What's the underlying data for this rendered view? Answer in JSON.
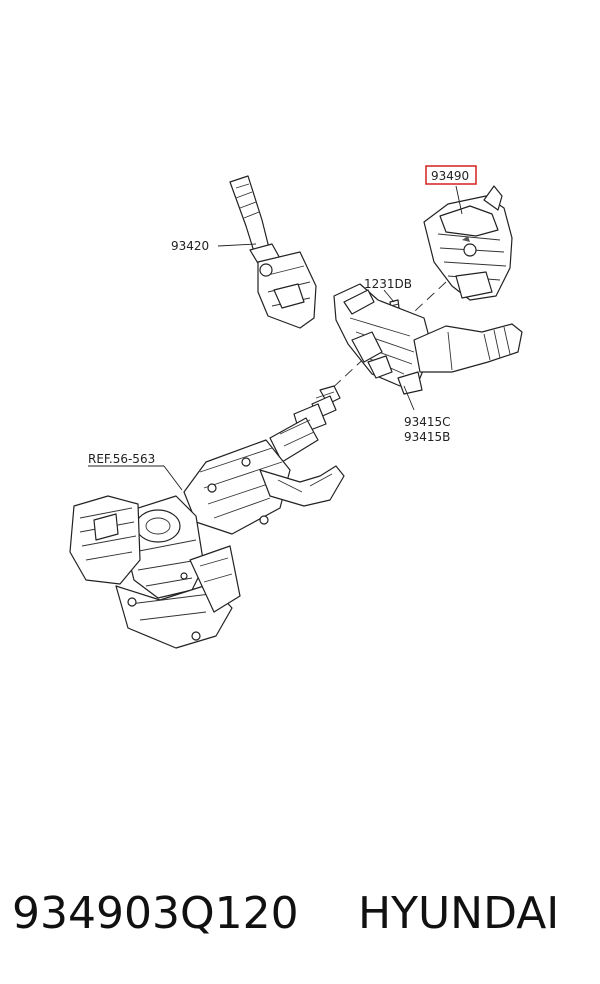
{
  "diagram": {
    "callouts": {
      "p93490": "93490",
      "p93420": "93420",
      "p1231DB": "1231DB",
      "p93415C": "93415C",
      "p93415B": "93415B",
      "ref": "REF.56-563"
    },
    "highlight_color": "#d42020"
  },
  "footer": {
    "part_number": "934903Q120",
    "brand": "HYUNDAI"
  }
}
